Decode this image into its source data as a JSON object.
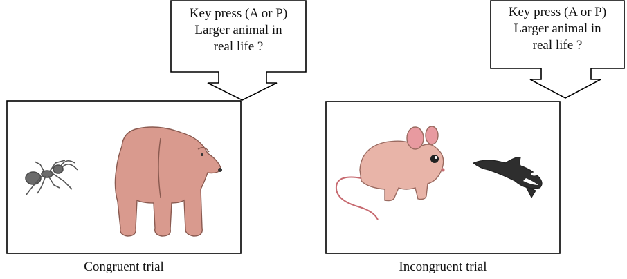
{
  "panels": [
    {
      "callout_lines": [
        "Key press (A or P)",
        "Larger animal in",
        "real life ?"
      ],
      "caption": "Congruent trial",
      "animals": [
        "ant",
        "bear"
      ]
    },
    {
      "callout_lines": [
        "Key press (A or P)",
        "Larger animal in",
        "real life ?"
      ],
      "caption": "Incongruent trial",
      "animals": [
        "mouse",
        "orca"
      ]
    }
  ],
  "colors": {
    "outline": "#000000",
    "bear": "#d99a8e",
    "mouse": "#e8b4a8",
    "ant": "#6b6b6b",
    "orca": "#2e2e2e"
  }
}
